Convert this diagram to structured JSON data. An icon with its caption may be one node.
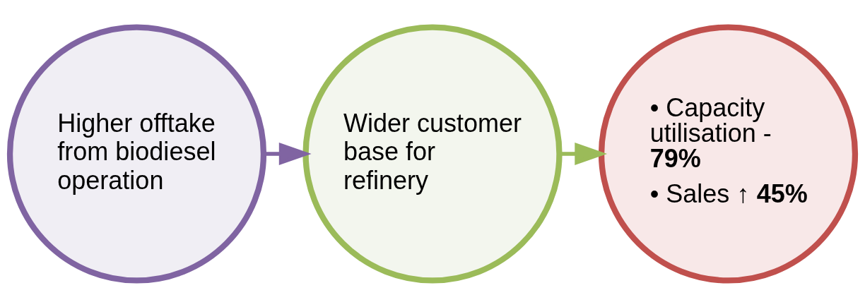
{
  "diagram": {
    "nodes": [
      {
        "text": [
          "Higher offtake from biodiesel operation"
        ]
      },
      {
        "text": [
          "Wider customer base for refinery"
        ]
      },
      {
        "text": [
          "• Capacity utilisation - **79%**",
          "• Sales ↑ **45%**"
        ]
      }
    ],
    "edges": [
      {
        "from": 0,
        "to": 1,
        "arrow": "to",
        "color": "#8064a2"
      },
      {
        "from": 1,
        "to": 2,
        "arrow": "to",
        "color": "#9bbb59"
      }
    ]
  }
}
